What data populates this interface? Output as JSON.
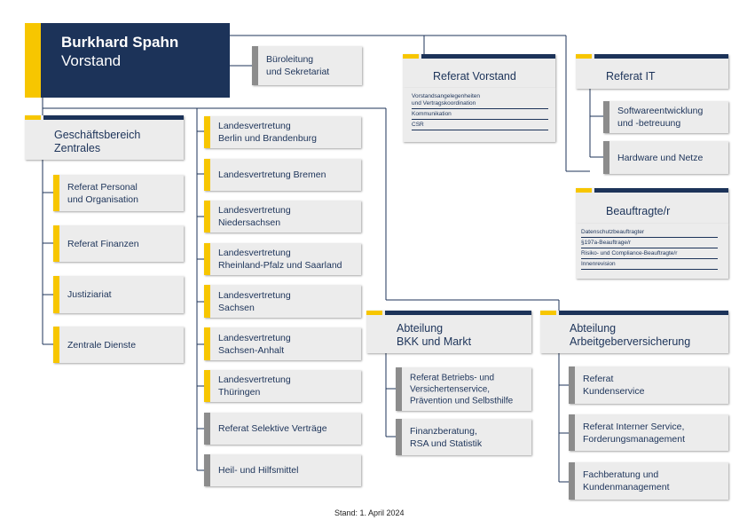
{
  "ceo": {
    "name": "Burkhard Spahn",
    "role": "Vorstand"
  },
  "assistant": "Büroleitung\nund Sekretariat",
  "referat_vorstand": {
    "title": "Referat Vorstand",
    "items": [
      "Vorstandsangelegenheiten\nund Vertragskoordination",
      "Kommunikation",
      "CSR"
    ]
  },
  "referat_it": {
    "title": "Referat IT",
    "children": [
      "Softwareentwicklung\nund -betreuung",
      "Hardware und Netze"
    ]
  },
  "beauftragte": {
    "title": "Beauftragte/r",
    "items": [
      "Datenschutzbeauftragter",
      "§197a-Beauftrage/r",
      "Risiko- und Compliance-Beauftragte/r",
      "Innenrevision"
    ]
  },
  "geschaeftsbereich": {
    "title": "Geschäftsbereich\nZentrales",
    "children": [
      "Referat Personal\nund Organisation",
      "Referat Finanzen",
      "Justiziariat",
      "Zentrale Dienste"
    ]
  },
  "landesvertretungen": [
    "Landesvertretung\nBerlin und Brandenburg",
    "Landesvertretung Bremen",
    "Landesvertretung\nNiedersachsen",
    "Landesvertretung\nRheinland-Pfalz und Saarland",
    "Landesvertretung\nSachsen",
    "Landesvertretung\nSachsen-Anhalt",
    "Landesvertretung\nThüringen",
    "Referat Selektive Verträge",
    "Heil- und Hilfsmittel"
  ],
  "abteilung_bkk": {
    "title": "Abteilung\nBKK und Markt",
    "children": [
      "Referat Betriebs- und\nVersichertenservice,\nPrävention und Selbsthilfe",
      "Finanzberatung,\nRSA und Statistik"
    ]
  },
  "abteilung_ag": {
    "title": "Abteilung\nArbeitgeberversicherung",
    "children": [
      "Referat\nKundenservice",
      "Referat Interner Service,\nForderungsmanagement",
      "Fachberatung und\nKundenmanagement"
    ]
  },
  "footer": "Stand: 1. April 2024",
  "colors": {
    "navy": "#1c3359",
    "yellow": "#f7c600",
    "gray_bar": "#8c8c8c",
    "box": "#ececec"
  }
}
